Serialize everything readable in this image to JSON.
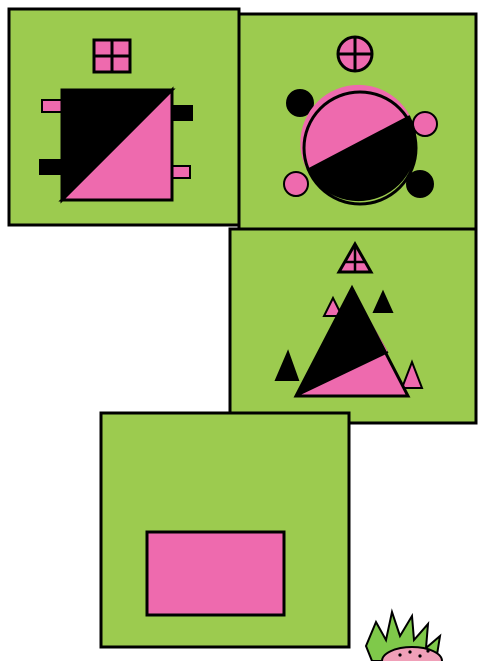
{
  "colors": {
    "panel_fill": "#9ccb4f",
    "outline": "#000000",
    "pink": "#ee6aae",
    "black": "#000000",
    "page": "#ffffff",
    "mascot_green": "#7fc94a",
    "mascot_pink": "#f0a0b8"
  },
  "panels": [
    {
      "id": "square-panel",
      "shape": "square",
      "icon": "square-grid-icon"
    },
    {
      "id": "circle-panel",
      "shape": "circle",
      "icon": "circle-cross-icon"
    },
    {
      "id": "triangle-panel",
      "shape": "triangle",
      "icon": "triangle-cross-icon"
    },
    {
      "id": "answer-panel",
      "shape": "rectangle",
      "icon": "none"
    }
  ],
  "decoration": {
    "icon": "strawberry-mascot-icon"
  }
}
